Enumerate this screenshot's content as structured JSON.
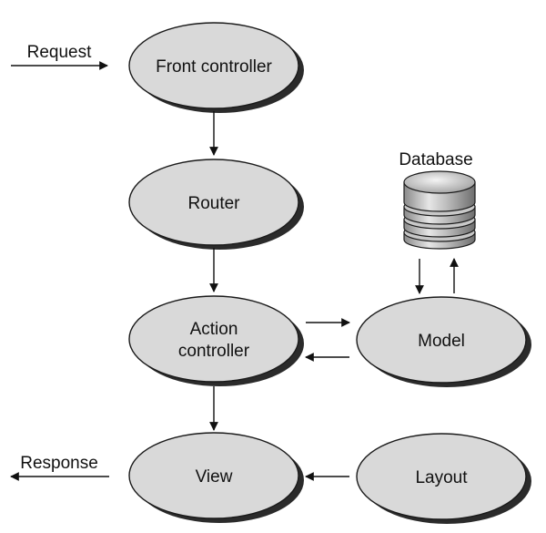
{
  "diagram": {
    "nodes": {
      "front_controller": "Front controller",
      "router": "Router",
      "action_controller_line1": "Action",
      "action_controller_line2": "controller",
      "model": "Model",
      "view": "View",
      "layout": "Layout",
      "database": "Database"
    },
    "edges": {
      "request": "Request",
      "response": "Response"
    }
  }
}
